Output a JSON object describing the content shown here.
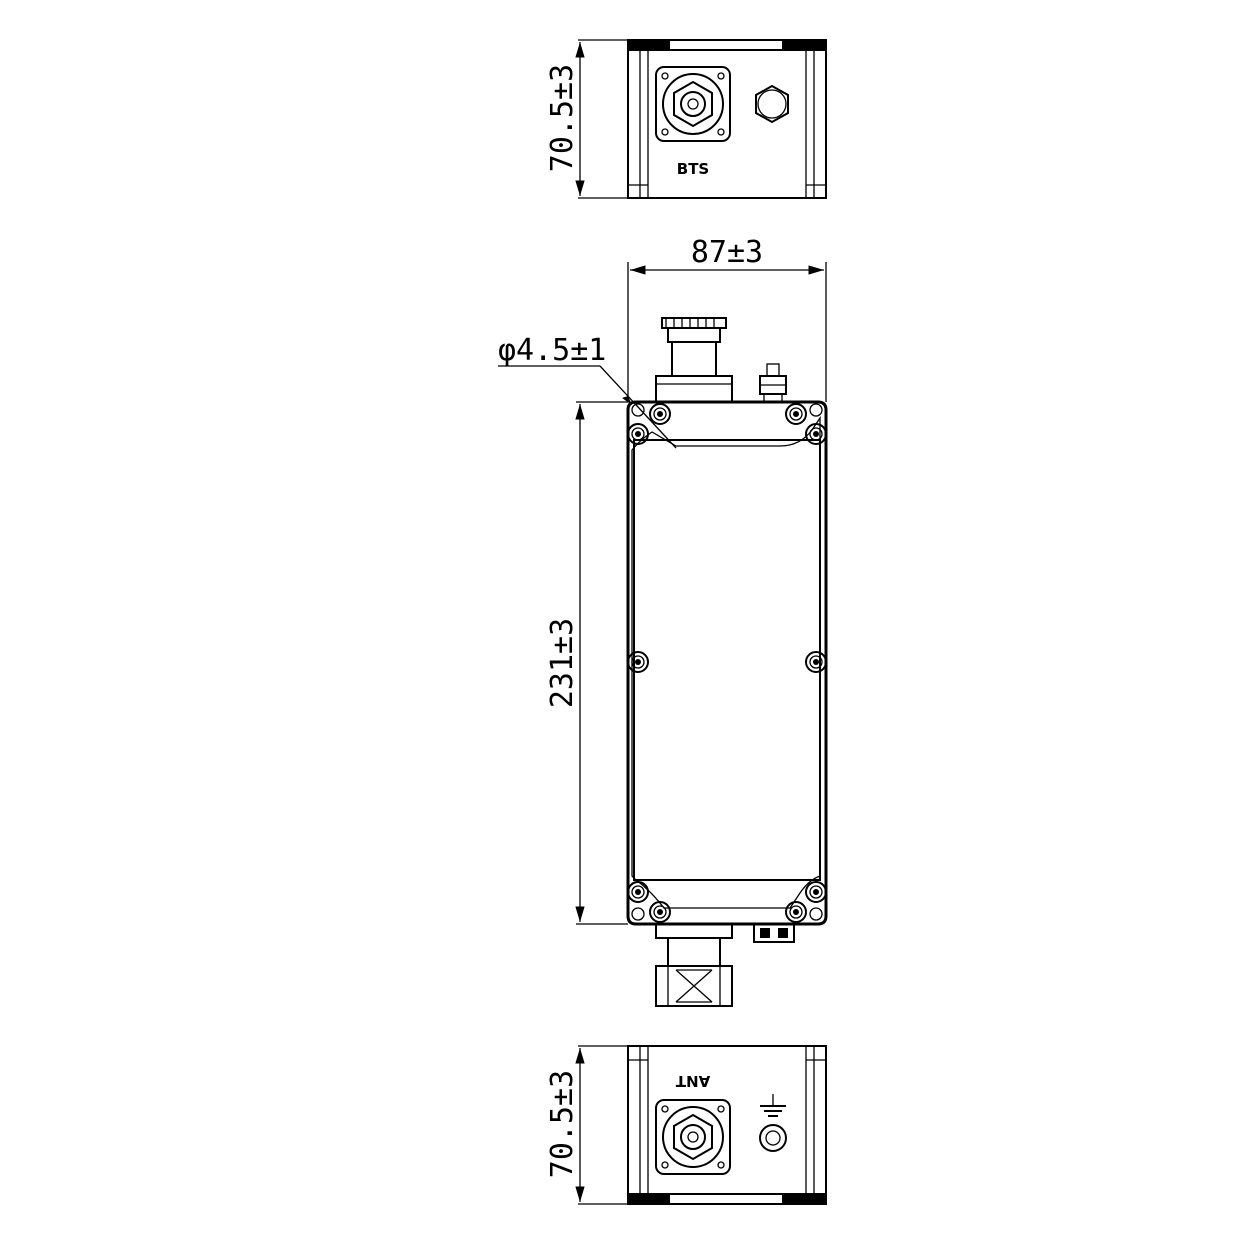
{
  "dimensions": {
    "top_view_height": "70.5±3",
    "front_width": "87±3",
    "mount_hole": "φ4.5±1",
    "body_length": "231±3",
    "bottom_view_height": "70.5±3"
  },
  "labels": {
    "top_port": "BTS",
    "bottom_port": "ANT"
  },
  "icons": {
    "ground": "ground-icon"
  }
}
